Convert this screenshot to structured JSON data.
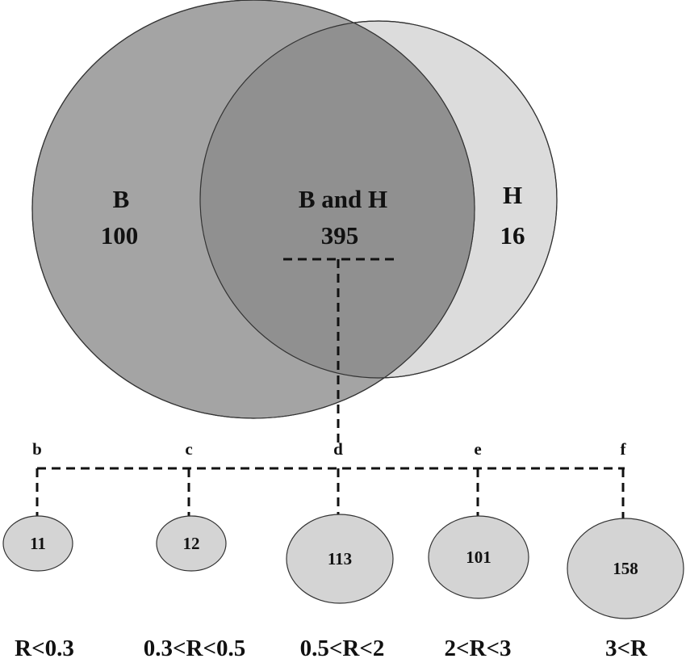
{
  "venn": {
    "left": {
      "name": "B",
      "count": "100",
      "color": "#a4a4a4"
    },
    "right": {
      "name": "H",
      "count": "16",
      "color": "#dcdcdc"
    },
    "overlap": {
      "name": "B and H",
      "count": "395",
      "color": "#909090"
    }
  },
  "groups": [
    {
      "letter": "b",
      "count": "11",
      "range": "R<0.3"
    },
    {
      "letter": "c",
      "count": "12",
      "range": "0.3<R<0.5"
    },
    {
      "letter": "d",
      "count": "113",
      "range": "0.5<R<2"
    },
    {
      "letter": "e",
      "count": "101",
      "range": "2<R<3"
    },
    {
      "letter": "f",
      "count": "158",
      "range": "3<R"
    }
  ],
  "colors": {
    "group_fill": "#d4d4d4",
    "stroke": "#333333"
  }
}
